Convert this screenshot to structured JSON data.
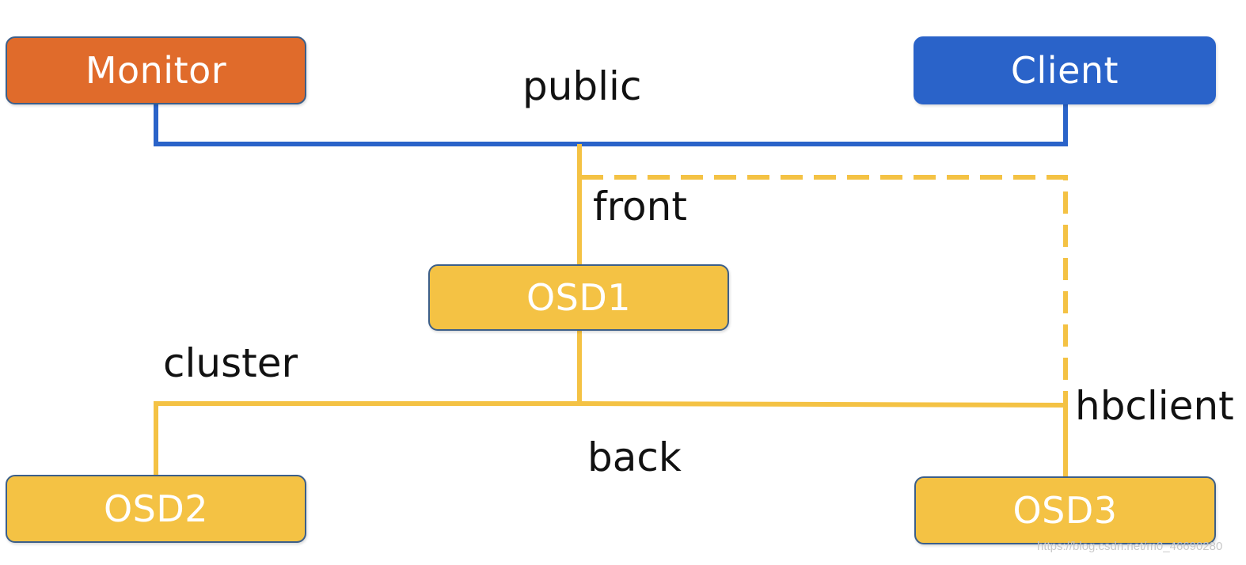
{
  "nodes": {
    "monitor": "Monitor",
    "client": "Client",
    "osd1": "OSD1",
    "osd2": "OSD2",
    "osd3": "OSD3"
  },
  "networks": {
    "public": "public",
    "front": "front",
    "cluster": "cluster",
    "back": "back",
    "hbclient": "hbclient"
  },
  "colors": {
    "monitor": "#e06b2b",
    "client": "#2a63c9",
    "osd": "#f4c244",
    "public_line": "#2a63c9",
    "cluster_line": "#f4c244"
  },
  "watermark": "https://blog.csdn.net/m0_46690280"
}
